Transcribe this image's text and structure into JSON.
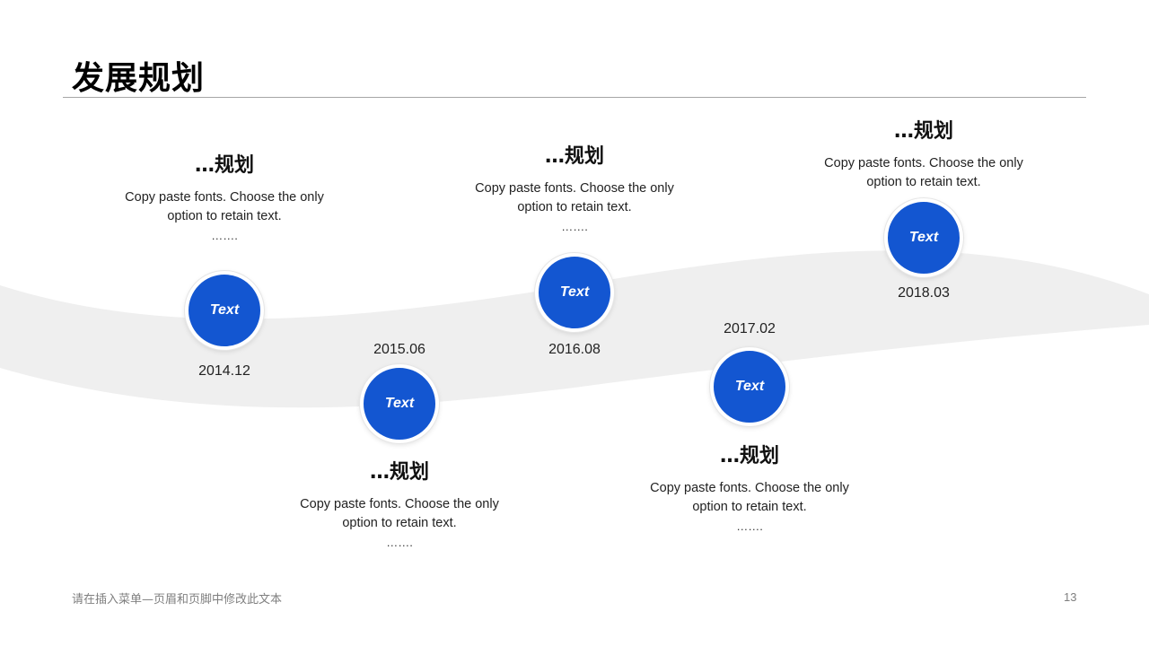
{
  "header": {
    "title": "发展规划"
  },
  "timeline": [
    {
      "circle_label": "Text",
      "date": "2014.12",
      "heading": "…规划",
      "description": "Copy paste fonts. Choose the only option to retain text.",
      "ellipsis": "……."
    },
    {
      "circle_label": "Text",
      "date": "2015.06",
      "heading": "…规划",
      "description": "Copy paste fonts. Choose the only option to retain text.",
      "ellipsis": "……."
    },
    {
      "circle_label": "Text",
      "date": "2016.08",
      "heading": "…规划",
      "description": "Copy paste fonts. Choose the only option to retain text.",
      "ellipsis": "……."
    },
    {
      "circle_label": "Text",
      "date": "2017.02",
      "heading": "…规划",
      "description": "Copy paste fonts. Choose the only option to retain text.",
      "ellipsis": "……."
    },
    {
      "circle_label": "Text",
      "date": "2018.03",
      "heading": "…规划",
      "description": "Copy paste fonts. Choose the only option to retain text."
    }
  ],
  "footer": {
    "text": "请在插入菜单—页眉和页脚中修改此文本",
    "page_number": "13"
  },
  "colors": {
    "accent": "#1356d1",
    "wave": "#efefef",
    "rule": "#a6a6a6"
  }
}
